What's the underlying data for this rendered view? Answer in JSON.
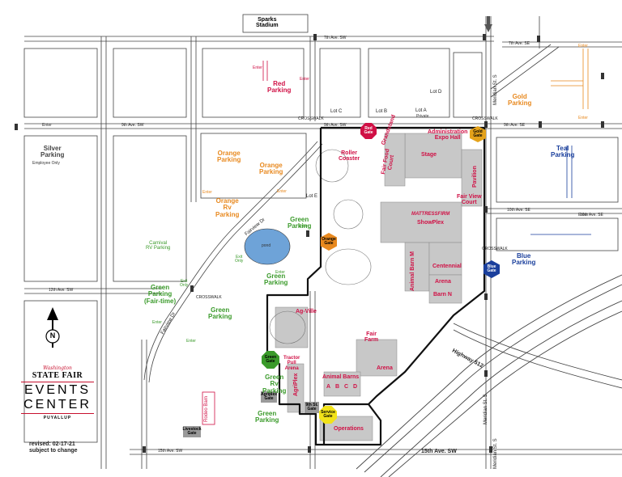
{
  "title": {
    "brand_script": "Washington",
    "brand_line": "STATE FAIR",
    "brand_main_1": "EVENTS",
    "brand_main_2": "CENTER",
    "brand_city": "PUYALLUP"
  },
  "revision": {
    "line1": "revised:  02-17-21",
    "line2": "subject to change"
  },
  "compass": {
    "label": "N"
  },
  "parking": {
    "red": "Red\nParking",
    "silver": "Silver\nParking",
    "silver_note": "Employee Only",
    "orange": "Orange\nParking",
    "orange2": "Orange\nParking",
    "orange_rv": "Orange\nRv\nParking",
    "gold": "Gold\nParking",
    "teal": "Teal\nParking",
    "blue": "Blue\nParking",
    "green1": "Green\nParking",
    "green2": "Green\nParking",
    "green_fairtime": "Green\nParking\n(Fair-time)",
    "green3": "Green\nParking",
    "green_rv": "Green\nRv\nParking",
    "green4": "Green\nParking",
    "carnival": "Carnival\nRV Parking"
  },
  "gates": {
    "red": "Red\nGate",
    "gold": "Gold\nGate",
    "orange": "Orange\nGate",
    "blue": "Blue\nGate",
    "green": "Green\nGate",
    "service": "Service\nGate",
    "agrplex": "Agriplex\nGate",
    "ninth": "9th St.\nGate",
    "livestock": "Livestock\nGate"
  },
  "lots": {
    "c": "Lot C",
    "b": "Lot B",
    "a": "Lot A",
    "a_note": "Private",
    "d": "Lot D",
    "e": "Lot E"
  },
  "venues": {
    "stadium": "Sparks\nStadium",
    "roller": "Roller\nCoaster",
    "grandstand": "Grandstand",
    "fairfood": "Fair Food\nCourt",
    "admin": "Administration\nExpo Hall",
    "stage": "Stage",
    "pavilion": "Pavilion",
    "fairview": "Fair View\nCourt",
    "showplex": "ShowPlex",
    "mattress": "MATTRESSFIRM",
    "barn_m": "Animal Barn M",
    "centennial": "Centennial",
    "arena": "Arena",
    "barn_n": "Barn N",
    "ville": "Ag-Ville",
    "fairfarm": "Fair\nFarm",
    "arena2": "Arena",
    "animal_barns": "Animal Barns",
    "barn_a": "A",
    "barn_b": "B",
    "barn_c": "C",
    "barn_d": "D",
    "agriplex": "AgriPlex",
    "tractor": "Tractor\nPull\nArena",
    "operations": "Operations",
    "rodeo": "Rodeo Barn",
    "pond": "pond"
  },
  "streets": {
    "seventh": "7th Ave. SW",
    "seventh_se": "7th Ave. SE",
    "ninth": "9th Ave. SW",
    "ninth2": "9th Ave. SW",
    "ninth_se": "9th Ave. SE",
    "tenth_se": "10th Ave. SE",
    "tenth_se2": "10th Ave. SE",
    "twelfth": "12th Ave. SW",
    "fifteenth": "15th Ave. SW",
    "fifteenth2": "15th Ave. SW",
    "meridian": "Meridian St. S",
    "meridian2": "Meridian St. S",
    "meridian3": "Meridian St. S",
    "fairview1": "Fairview Dr",
    "fairview2": "Fairview Dr",
    "hwy": "Highway 512",
    "crosswalk1": "CROSSWALK",
    "crosswalk2": "CROSSWALK",
    "crosswalk3": "CROSSWALK",
    "crosswalk4": "CROSSWALK"
  },
  "misc": {
    "enter": "Enter",
    "exit_only": "Exit\nOnly",
    "exit_only2": "Exit\nOnly"
  },
  "colors": {
    "red": "#d01045",
    "orange": "#e8891f",
    "gold": "#e4a21a",
    "green": "#3a9a2a",
    "blue": "#1a3f9c",
    "pond": "#6ea3d8",
    "building": "#bdbdbd",
    "boundary": "#111111"
  }
}
